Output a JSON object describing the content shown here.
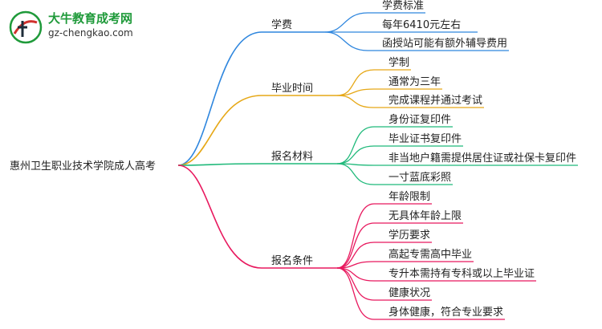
{
  "logo": {
    "title": "大牛教育成考网",
    "url": "gz-chengkao.com",
    "colors": {
      "green": "#1f9a3a",
      "red": "#d0312d"
    }
  },
  "mindmap": {
    "root": "惠州卫生职业技术学院成人高考",
    "branches": [
      {
        "label": "学费",
        "color": "#2e86de",
        "children": [
          "学费标准",
          "每年6410元左右",
          "函授站可能有额外辅导费用"
        ]
      },
      {
        "label": "毕业时间",
        "color": "#e6a817",
        "children": [
          "学制",
          "通常为三年",
          "完成课程并通过考试"
        ]
      },
      {
        "label": "报名材料",
        "color": "#1fb97a",
        "children": [
          "身份证复印件",
          "毕业证书复印件",
          "非当地户籍需提供居住证或社保卡复印件",
          "一寸蓝底彩照"
        ]
      },
      {
        "label": "报名条件",
        "color": "#e8185e",
        "children": [
          "年龄限制",
          "无具体年龄上限",
          "学历要求",
          "高起专需高中毕业",
          "专升本需持有专科或以上毕业证",
          "健康状况",
          "身体健康，符合专业要求"
        ]
      }
    ]
  }
}
